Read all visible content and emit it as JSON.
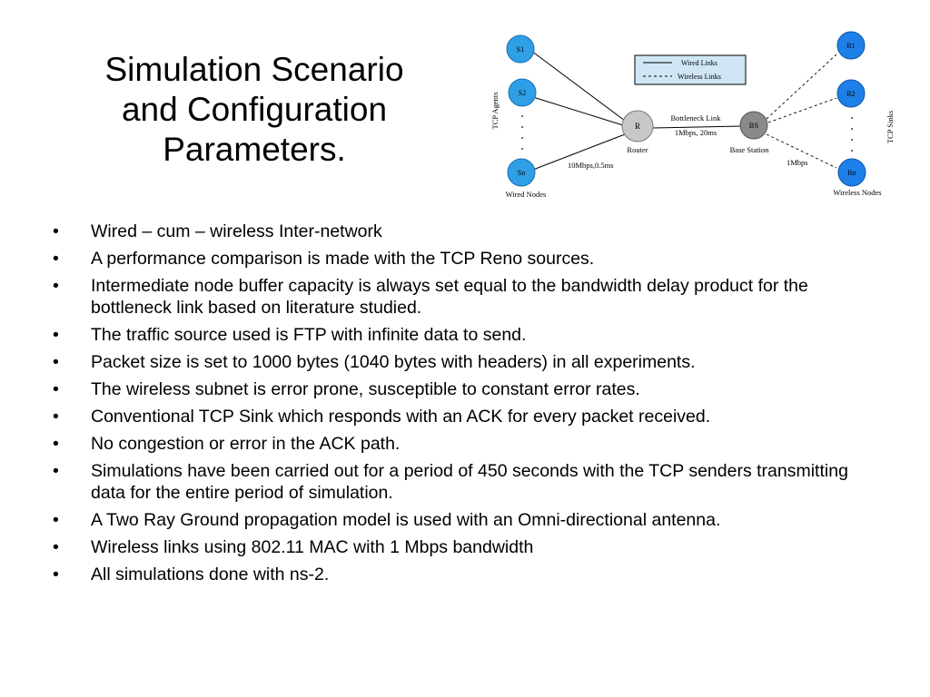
{
  "title": {
    "line1": "Simulation Scenario",
    "line2": "and Configuration",
    "line3": "Parameters."
  },
  "diagram": {
    "colors": {
      "wired_node": "#2f9fe6",
      "wireless_node": "#1f7fe8",
      "router": "#c8c8c8",
      "base_station": "#8a8a8a",
      "legend_bg": "#cfe6f5"
    },
    "wired_nodes": [
      "S1",
      "S2",
      "Sn"
    ],
    "wireless_nodes": [
      "R1",
      "R2",
      "Rn"
    ],
    "router_label": "R",
    "router_caption": "Router",
    "base_station_label": "BS",
    "base_station_caption": "Base Station",
    "bottleneck_label": "Bottleneck Link",
    "bottleneck_params": "1Mbps, 20ms",
    "wired_link_params": "10Mbps,0.5ms",
    "wireless_link_params": "1Mbps",
    "tcp_agents": "TCP Agents",
    "tcp_sinks": "TCP Sinks",
    "wired_nodes_caption": "Wired Nodes",
    "wireless_nodes_caption": "Wireless Nodes",
    "legend": {
      "wired": "Wired Links",
      "wireless": "Wireless Links"
    }
  },
  "bullet_glyph": "•",
  "bullets": [
    "Wired – cum – wireless Inter-network",
    "A performance comparison is made with the TCP Reno sources.",
    "Intermediate node buffer capacity is always set equal to the bandwidth delay product for the bottleneck link based on literature studied.",
    "The traffic source used is FTP with infinite data to send.",
    "Packet size is set to 1000 bytes (1040 bytes with headers) in all experiments.",
    "The wireless subnet is error prone, susceptible to constant error rates.",
    "Conventional TCP Sink which responds with an ACK for every packet received.",
    "No congestion or error in the ACK path.",
    "Simulations have been carried out for a period of 450 seconds with the TCP senders transmitting data for the entire period of simulation.",
    "A Two Ray Ground propagation model is used with an Omni-directional antenna.",
    "Wireless links using 802.11 MAC with 1 Mbps bandwidth",
    "All simulations done with ns-2."
  ]
}
